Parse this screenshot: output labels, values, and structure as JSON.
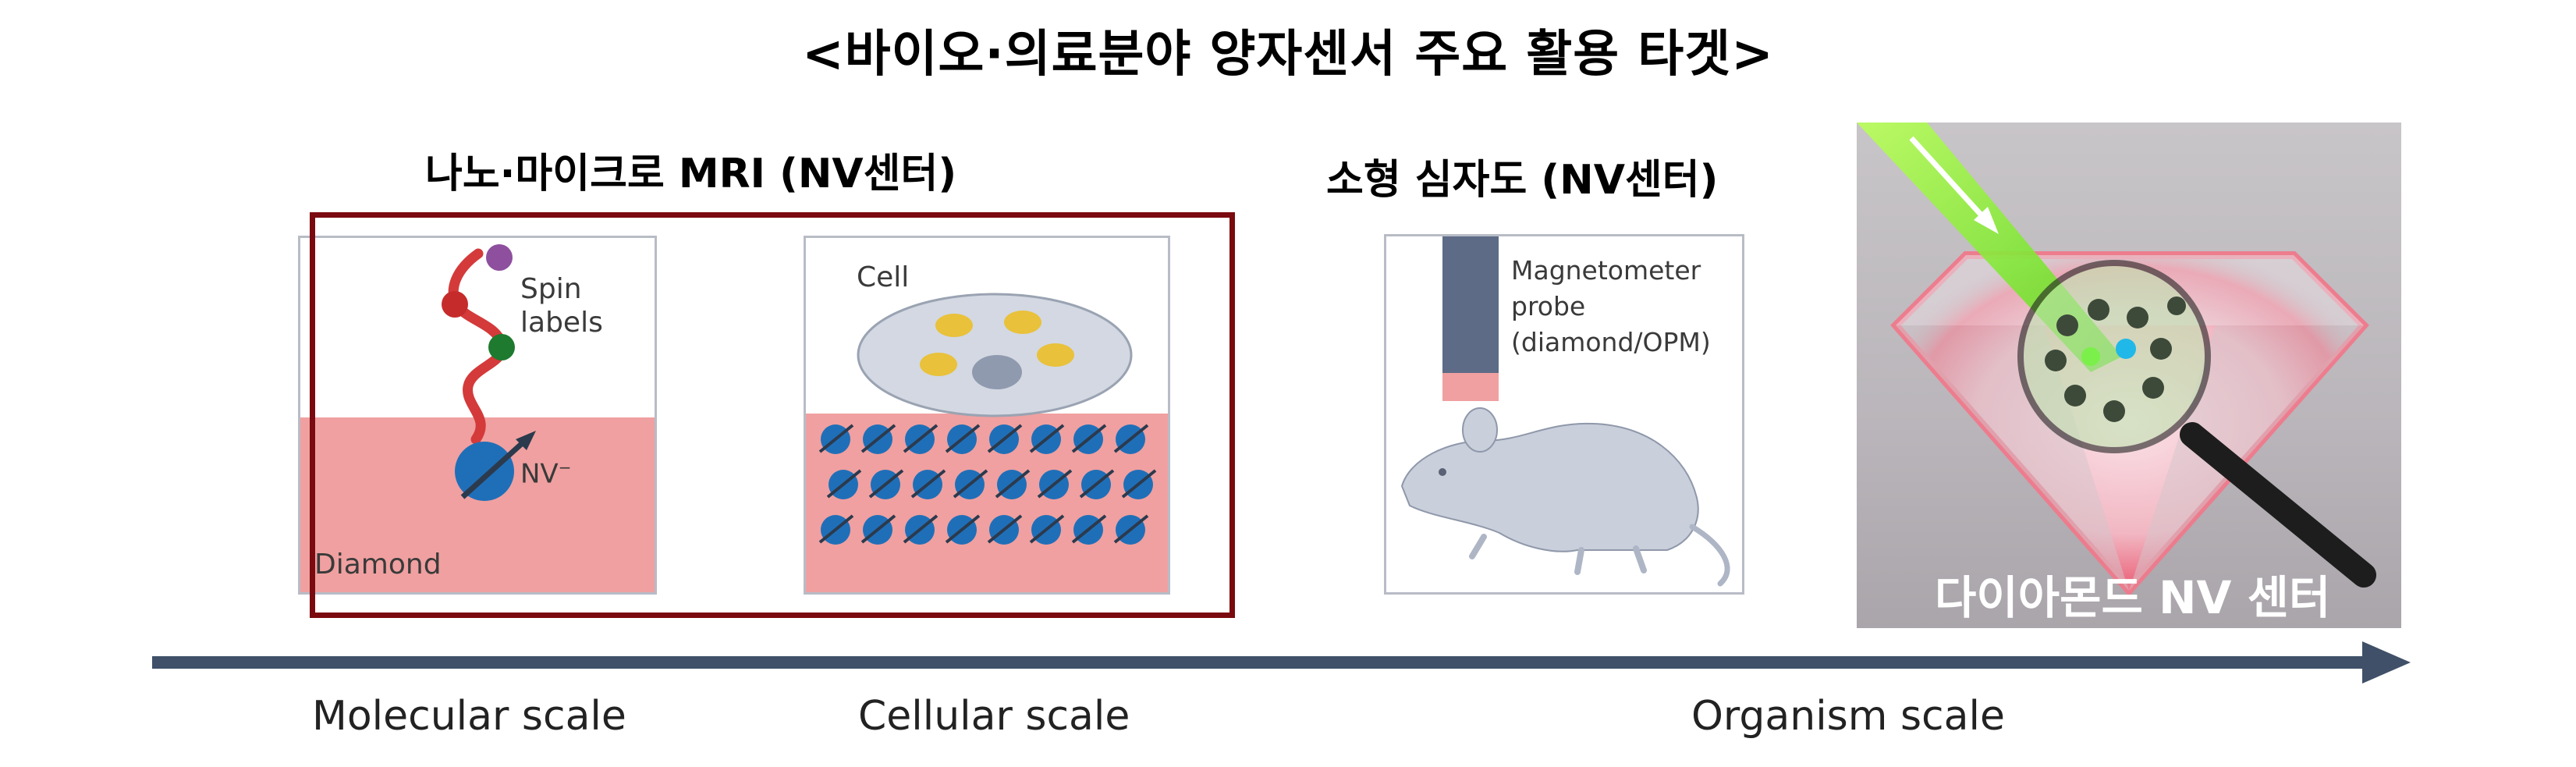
{
  "title": "<바이오·의료분야 양자센서 주요 활용 타겟>",
  "headings": {
    "mri": "나노·마이크로 MRI (NV센터)",
    "mcg": "소형 심자도 (NV센터)"
  },
  "panel_molecular": {
    "spin_labels": [
      "Spin",
      "labels"
    ],
    "nv": "NV",
    "nv_sup": "−",
    "diamond": "Diamond"
  },
  "panel_cellular": {
    "cell": "Cell"
  },
  "panel_organism": {
    "probe_lines": [
      "Magnetometer",
      "probe",
      "(diamond/OPM)"
    ]
  },
  "photo": {
    "caption": "다이아몬드 NV 센터"
  },
  "scales": {
    "molecular": "Molecular scale",
    "cellular": "Cellular scale",
    "organism": "Organism scale"
  },
  "colors": {
    "red_box": "#7a0a0f",
    "diamond_pink": "#f0a0a0",
    "arrow": "#3f5068",
    "nv_blue": "#1f6fb8",
    "probe_slate": "#5d6b86"
  }
}
